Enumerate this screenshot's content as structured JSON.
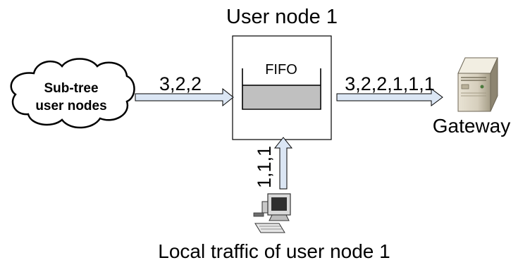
{
  "diagram": {
    "user_node_title": "User node 1",
    "fifo_label": "FIFO",
    "cloud_line1": "Sub-tree",
    "cloud_line2": "user nodes",
    "incoming_sequence": "3,2,2",
    "outgoing_sequence": "3,2,2,1,1,1",
    "gateway_label": "Gateway",
    "local_sequence": "1,1,1",
    "local_traffic_label": "Local traffic of user node 1"
  },
  "colors": {
    "arrow_fill": "#dbe6f4",
    "queue_fill": "#c0c0c0",
    "line": "#000000"
  },
  "icons": [
    "cloud-icon",
    "server-icon",
    "computer-icon"
  ]
}
